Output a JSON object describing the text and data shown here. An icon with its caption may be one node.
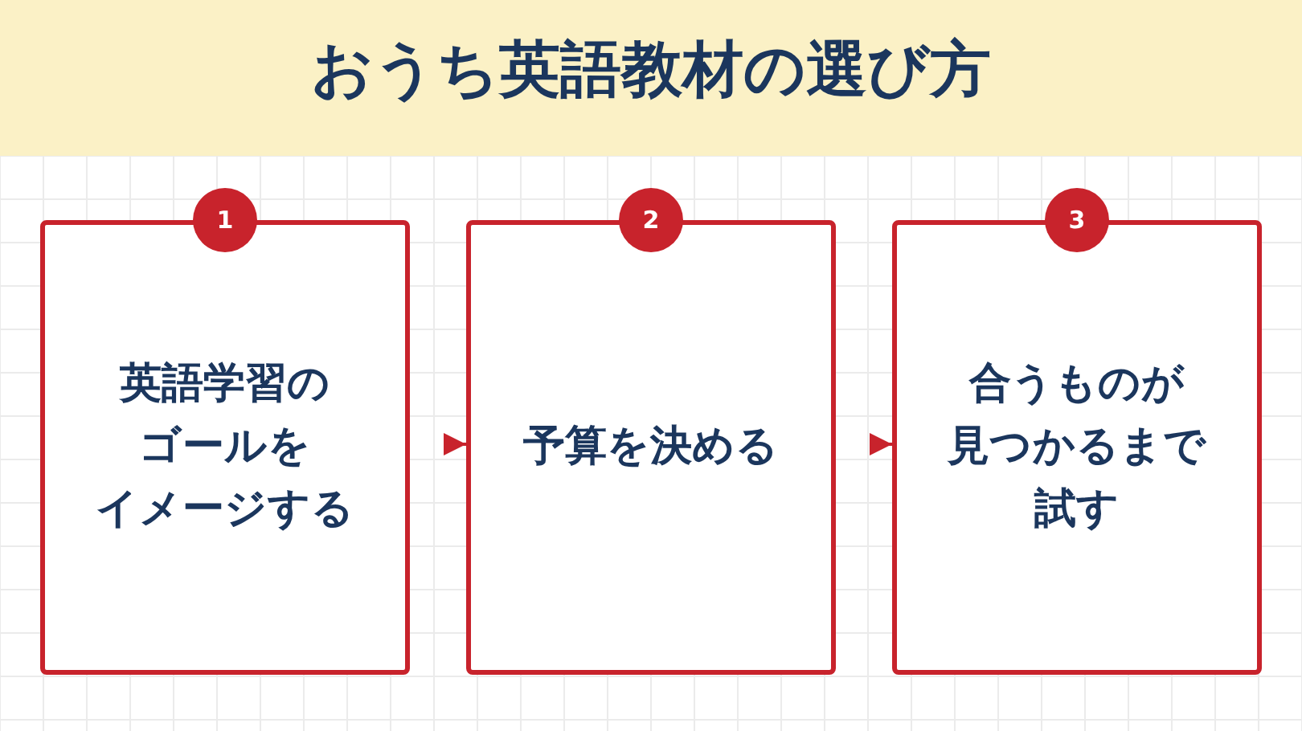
{
  "diagram": {
    "title": "おうち英語教材の選び方",
    "nodes": [
      {
        "text": [
          "1"
        ]
      },
      {
        "text": [
          "英語学習のゴールをイメージする"
        ]
      },
      {
        "text": [
          "2"
        ]
      },
      {
        "text": [
          "予算を決める"
        ]
      },
      {
        "text": [
          "3"
        ]
      },
      {
        "text": [
          "合うものが見つかるまで試す"
        ]
      }
    ],
    "edges": [
      {
        "from": 1,
        "to": 3,
        "arrow": "to"
      },
      {
        "from": 3,
        "to": 5,
        "arrow": "to"
      }
    ]
  }
}
